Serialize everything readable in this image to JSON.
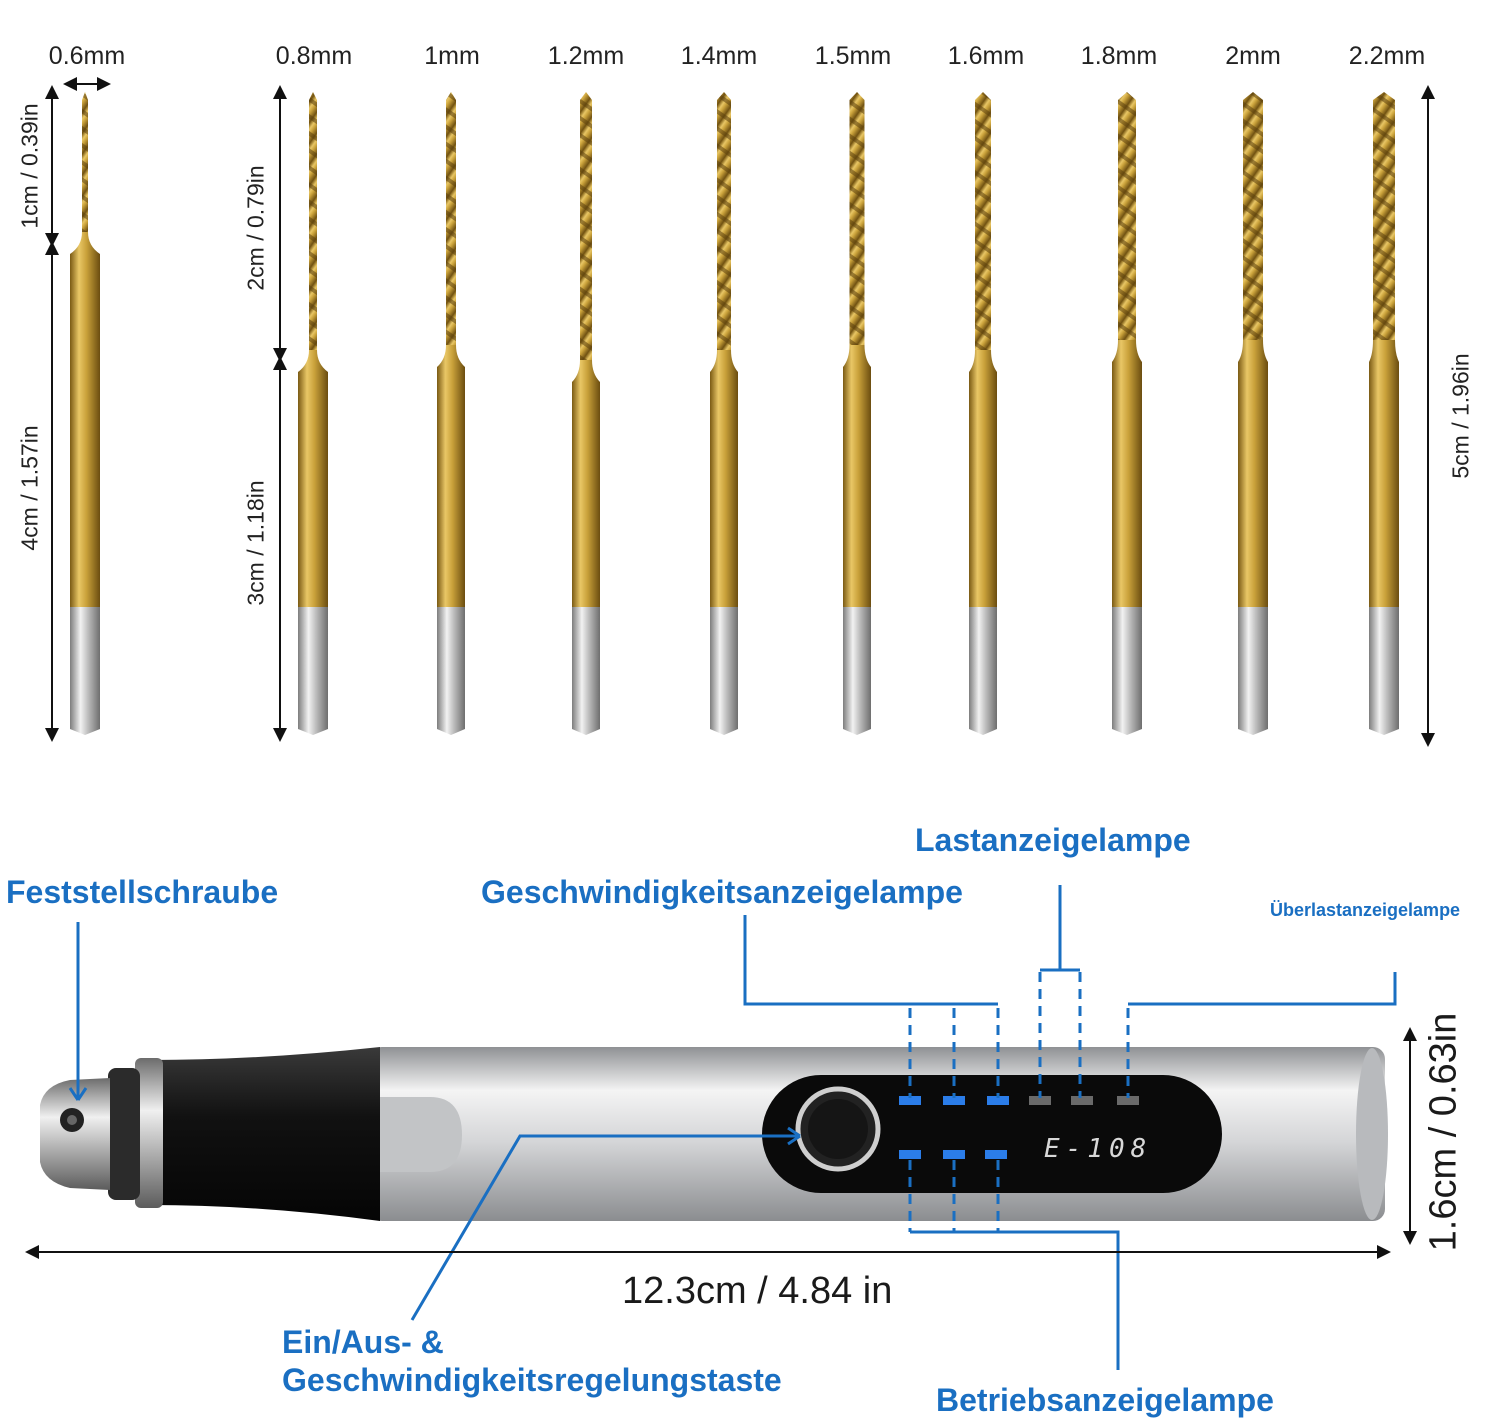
{
  "bits": {
    "sizes": [
      "0.6mm",
      "0.8mm",
      "1mm",
      "1.2mm",
      "1.4mm",
      "1.5mm",
      "1.6mm",
      "1.8mm",
      "2mm",
      "2.2mm"
    ],
    "dim_tip_short": "1cm / 0.39in",
    "dim_shank_long": "4cm / 1.57in",
    "dim_tip_long": "2cm / 0.79in",
    "dim_shank_short": "3cm / 1.18in",
    "dim_total": "5cm / 1.96in",
    "colors": {
      "gold": "#c9a13a",
      "silver": "#bdbdbd"
    }
  },
  "tool": {
    "model": "E-108",
    "overall_length": "12.3cm / 4.84 in",
    "diameter": "1.6cm / 0.63in",
    "callouts": {
      "lock_screw": "Feststellschraube",
      "speed_lamp": "Geschwindigkeitsanzeigelampe",
      "load_lamp": "Lastanzeigelampe",
      "overload_lamp": "Überlastanzeigelampe",
      "power_button_line1": "Ein/Aus- &",
      "power_button_line2": "Geschwindigkeitsregelungstaste",
      "operation_lamp": "Betriebsanzeigelampe"
    },
    "colors": {
      "accent": "#1a6fc2",
      "led_blue": "#2b7de9",
      "led_off": "#6a6a6a"
    }
  }
}
